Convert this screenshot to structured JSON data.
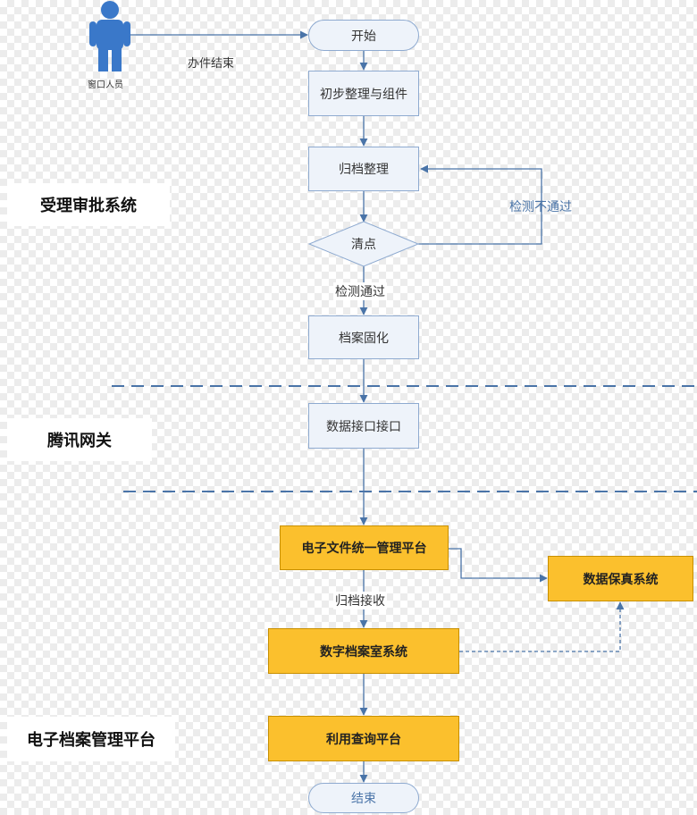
{
  "actor": {
    "label": "窗口人员",
    "icon": "person-icon"
  },
  "sections": {
    "approval": "受理审批系统",
    "gateway": "腾讯网关",
    "archive_platform": "电子档案管理平台"
  },
  "nodes": {
    "start": "开始",
    "initial": "初步整理与组件",
    "archive_sort": "归档整理",
    "check": "清点",
    "solidify": "档案固化",
    "data_interface": "数据接口接口",
    "unified_platform": "电子文件统一管理平台",
    "fidelity": "数据保真系统",
    "digital_archive": "数字档案室系统",
    "query": "利用查询平台",
    "end": "结束"
  },
  "edges": {
    "done": "办件结束",
    "fail": "检测不通过",
    "pass": "检测通过",
    "receive": "归档接收"
  },
  "colors": {
    "line": "#4a74a8",
    "box_fill": "#eef3fa",
    "box_border": "#8eaad0",
    "highlight": "#fbc02d",
    "person": "#3a78c9"
  }
}
